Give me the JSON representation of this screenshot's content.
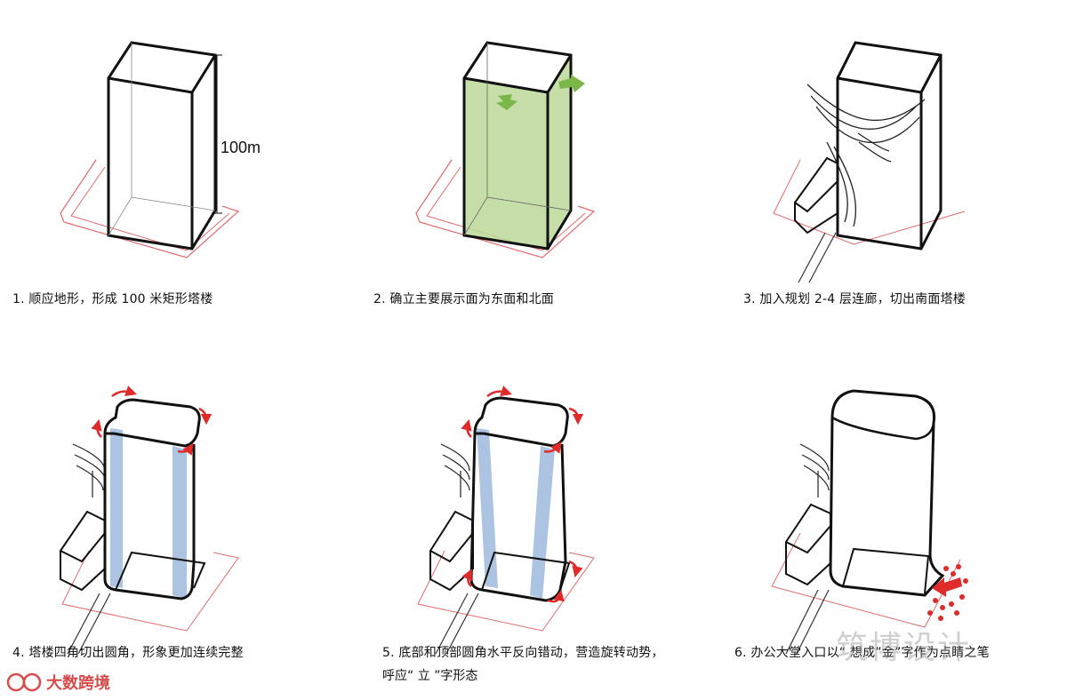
{
  "panels": [
    {
      "caption": "1. 顺应地形，形成 100 米矩形塔楼",
      "height_label": "100m"
    },
    {
      "caption": "2. 确立主要展示面为东面和北面"
    },
    {
      "caption": "3. 加入规划 2-4 层连廊，切出南面塔楼"
    },
    {
      "caption": "4. 塔楼四角切出圆角，形象更加连续完整"
    },
    {
      "caption": "5. 底部和顶部圆角水平反向错动，营造旋转动势，",
      "caption_line2": "呼应“ 立 ”字形态"
    },
    {
      "caption": "6. 办公大堂入口以“ 想成”金”字作为点睛之笔"
    }
  ],
  "watermark": {
    "left_text": "大数跨境",
    "right_text": "筑博设计"
  },
  "colors": {
    "outline": "#111111",
    "site_red": "#e06b6b",
    "green_face": "#bcd99a",
    "green_arrow": "#7ab648",
    "blue_face": "#9fb9dd",
    "red_arrow": "#e02b2b"
  }
}
